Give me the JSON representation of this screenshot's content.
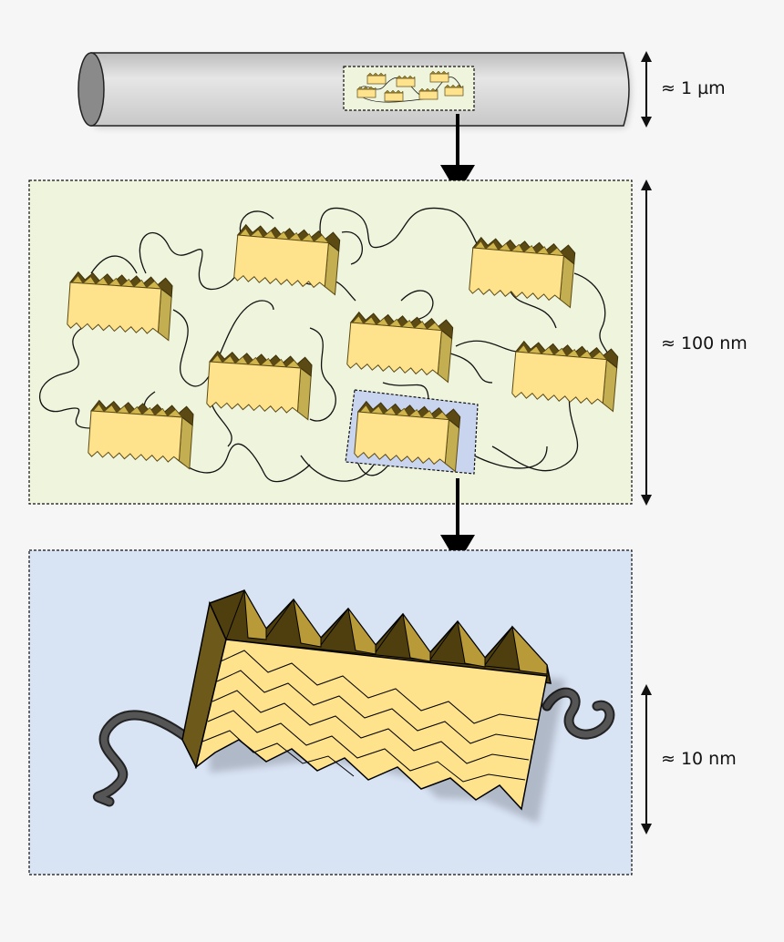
{
  "scale_labels": {
    "fiber": "≈ 1 µm",
    "network": "≈ 100 nm",
    "crystal": "≈ 10 nm"
  },
  "colors": {
    "background": "#f6f6f6",
    "network_panel": "#eff4dd",
    "detail_panel": "#d8e3f4",
    "selection_box": "#c9d4ee",
    "crystal_face": "#fee28c",
    "crystal_side": "#c4ae52",
    "crystal_top": "#9b8530",
    "crystal_dark": "#5b4a14",
    "fiber_body": "#d7d7d7",
    "fiber_end": "#8a8a8a",
    "chain": "#111111",
    "tail": "#4a4a4a"
  },
  "icons": [
    "arrow-down-icon",
    "double-arrow-icon"
  ]
}
